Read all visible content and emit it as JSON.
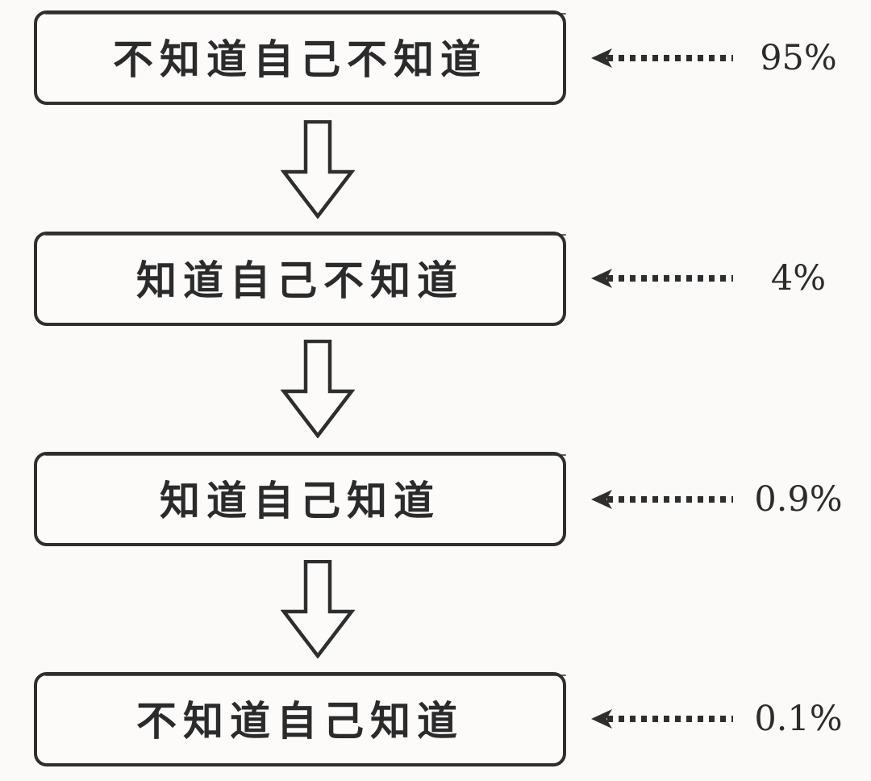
{
  "diagram": {
    "type": "flow",
    "direction": "top-to-bottom",
    "levels": [
      {
        "label": "不知道自己不知道",
        "percent": "95%"
      },
      {
        "label": "知道自己不知道",
        "percent": "4%"
      },
      {
        "label": "知道自己知道",
        "percent": "0.9%"
      },
      {
        "label": "不知道自己知道",
        "percent": "0.1%"
      }
    ],
    "icons": {
      "between_levels": "hollow-down-arrow",
      "percent_pointer": "dotted-left-arrow"
    },
    "colors": {
      "ink": "#2e2e2e",
      "text": "#2b2b2b",
      "background": "#fbfaf8",
      "box_fill": "#fcfbfa"
    }
  }
}
